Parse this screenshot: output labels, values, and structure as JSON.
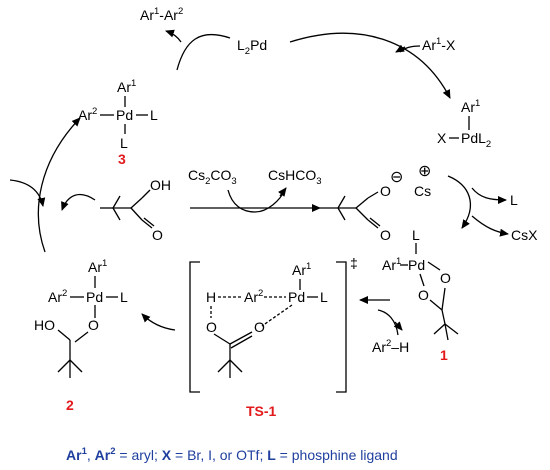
{
  "mechanism": {
    "labels": {
      "ar": "Ar",
      "sup1": "1",
      "sup2": "2",
      "L": "L",
      "X": "X",
      "Pd": "Pd",
      "PdL2": "PdL",
      "sub2": "2",
      "L2Pd_L": "L",
      "L2Pd_Pd": "Pd",
      "OH": "OH",
      "HO": "HO",
      "O": "O",
      "H": "H",
      "Cs": "Cs",
      "minus": "⊖",
      "plus": "⊕",
      "dagger": "‡",
      "ArX": "Ar",
      "ArX_tail": "-X",
      "Ar1Ar2_mid": "-Ar",
      "Ar2H_tail": "–H",
      "CsX": "CsX",
      "Cs2CO3_a": "Cs",
      "Cs2CO3_b": "CO",
      "Cs2CO3_sub3": "3",
      "CsHCO3_a": "CsHCO",
      "CsHCO3_sub3": "3"
    },
    "compounds": {
      "c1": "1",
      "c2": "2",
      "c3": "3",
      "ts1": "TS-1"
    },
    "caption": {
      "ar1": "Ar",
      "sup1": "1",
      "comma": ", ",
      "ar2": "Ar",
      "sup2": "2",
      "eq_aryl": " = aryl; ",
      "x": "X",
      "eq_x": " = Br, I, or OTf; ",
      "l": "L",
      "eq_l": " = phosphine ligand"
    }
  }
}
